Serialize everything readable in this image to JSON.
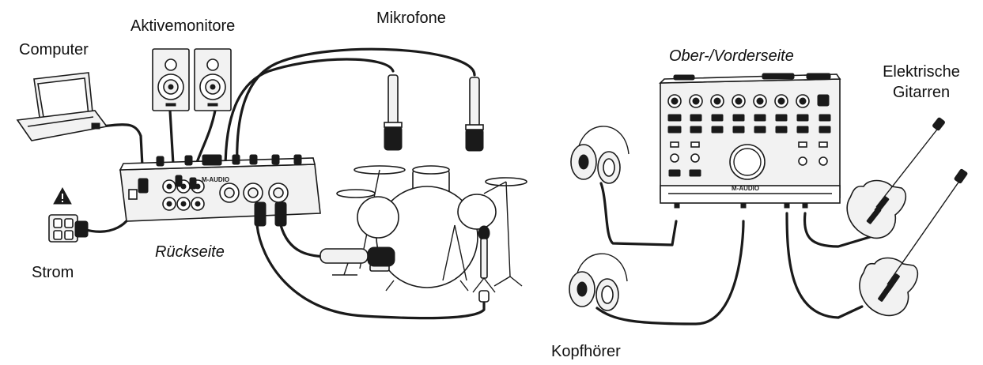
{
  "labels": {
    "computer": "Computer",
    "monitors": "Aktivemonitore",
    "microphones": "Mikrofone",
    "power": "Strom",
    "rear": "Rückseite",
    "top_front": "Ober-/Vorderseite",
    "guitars_line1": "Elektrische",
    "guitars_line2": "Gitarren",
    "headphones": "Kopfhörer"
  },
  "device": {
    "brand": "M-AUDIO"
  },
  "colors": {
    "line": "#1a1a1a",
    "background": "#ffffff"
  }
}
